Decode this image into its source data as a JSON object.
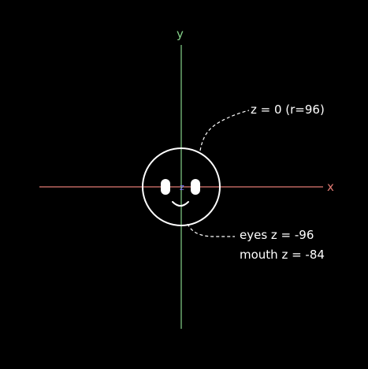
{
  "axes": {
    "x_label": "x",
    "y_label": "y",
    "z_label": "z",
    "x_color": "#e07a73",
    "y_color": "#86d28a",
    "z_color": "#7f7cff"
  },
  "annotations": {
    "sphere": "z = 0 (r=96)",
    "eyes": "eyes z = -96",
    "mouth": "mouth z = -84"
  },
  "colors": {
    "background": "#000000",
    "stroke": "#ffffff"
  }
}
